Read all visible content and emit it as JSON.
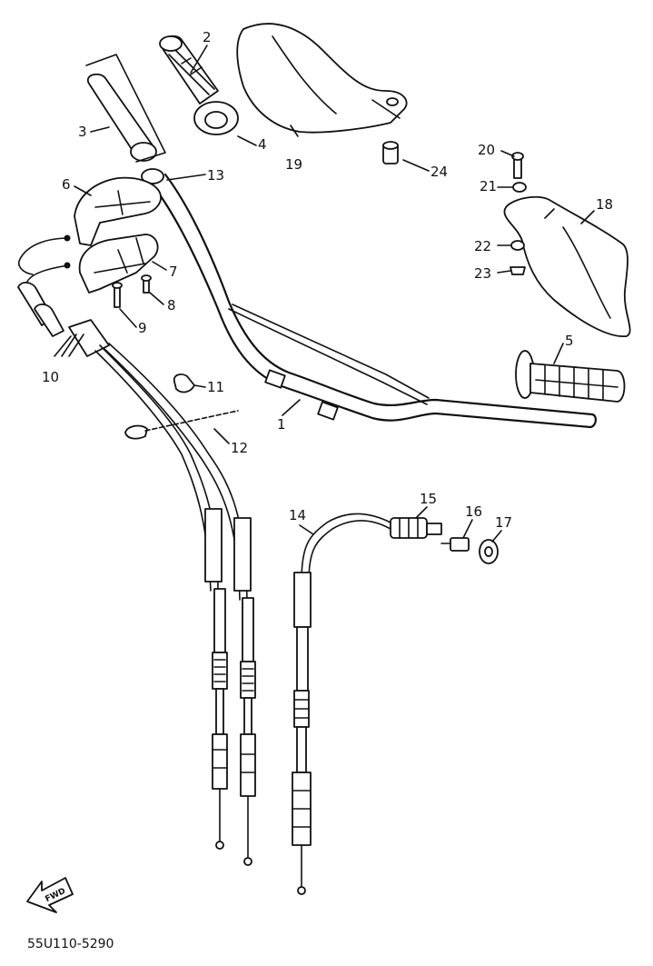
{
  "diagram": {
    "labels": {
      "p1": "1",
      "p2": "2",
      "p3": "3",
      "p4": "4",
      "p5": "5",
      "p6": "6",
      "p7": "7",
      "p8": "8",
      "p9": "9",
      "p10": "10",
      "p11": "11",
      "p12": "12",
      "p13": "13",
      "p14": "14",
      "p15": "15",
      "p16": "16",
      "p17": "17",
      "p18": "18",
      "p19": "19",
      "p20": "20",
      "p21": "21",
      "p22": "22",
      "p23": "23",
      "p24": "24"
    },
    "fwd_arrow_text": "FWD",
    "figure_code": "55U110-5290"
  }
}
